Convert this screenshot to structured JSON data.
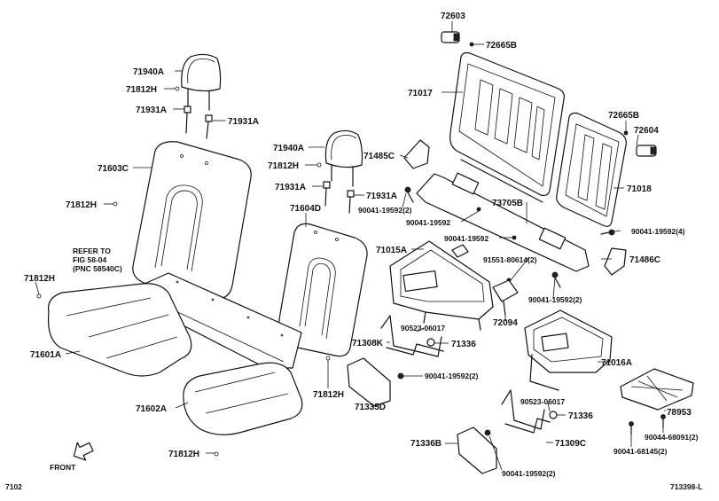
{
  "labels": {
    "l72603": "72603",
    "l72665b_a": "72665B",
    "l71017": "71017",
    "l72665b_b": "72665B",
    "l72604": "72604",
    "l71018": "71018",
    "l71940a_a": "71940A",
    "l71812h_a": "71812H",
    "l71931a_a": "71931A",
    "l71931a_b": "71931A",
    "l71603c": "71603C",
    "l71812h_b": "71812H",
    "l71940a_b": "71940A",
    "l71812h_c": "71812H",
    "l71931a_c": "71931A",
    "l71931a_d": "71931A",
    "l71604d": "71604D",
    "l71485c": "71485C",
    "l90041_1": "90041-19592(2)",
    "l90041_2": "90041-19592",
    "l73705b": "73705B",
    "l90041_3": "90041-19592",
    "l90041_4": "90041-19592(4)",
    "l71015a": "71015A",
    "l91551": "91551-80614(2)",
    "l71486c": "71486C",
    "l90041_5": "90041-19592(2)",
    "l72094": "72094",
    "l71812h_d": "71812H",
    "l71601a": "71601A",
    "l90523_a": "90523-06017",
    "l71308k": "71308K",
    "l71336_a": "71336",
    "l90041_6": "90041-19592(2)",
    "l71335d": "71335D",
    "l71812h_e": "71812H",
    "l71016a": "71016A",
    "l71602a": "71602A",
    "l90523_b": "90523-06017",
    "l71336_b": "71336",
    "l71309c": "71309C",
    "l78953": "78953",
    "l90044": "90044-68091(2)",
    "l71336b": "71336B",
    "l90041_7": "90041-68145(2)",
    "l90041_8": "90041-19592(2)",
    "l71812h_f": "71812H",
    "refer1": "REFER TO",
    "refer2": "FIG 58-04",
    "refer3": "(PNC 58540C)",
    "front": "FRONT",
    "fig_no": "7102",
    "drawing_no": "713398-L"
  }
}
